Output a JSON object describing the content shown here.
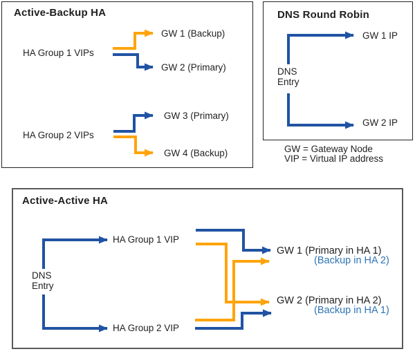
{
  "colors": {
    "arrow_blue": "#2053A3",
    "arrow_orange": "#FFA40C",
    "note_blue": "#2E74B5",
    "text_dark": "#1F1F1F",
    "border_dark": "#222222",
    "border_gray": "#595959"
  },
  "active_backup": {
    "title": "Active-Backup HA",
    "sources": [
      "HA Group 1 VIPs",
      "HA Group 2 VIPs"
    ],
    "gateways": [
      "GW 1 (Backup)",
      "GW 2 (Primary)",
      "GW 3 (Primary)",
      "GW 4 (Backup)"
    ]
  },
  "dns_round_robin": {
    "title": "DNS Round Robin",
    "source_line1": "DNS",
    "source_line2": "Entry",
    "targets": [
      "GW 1 IP",
      "GW 2 IP"
    ]
  },
  "legend": {
    "gw": "GW = Gateway Node",
    "vip": "VIP = Virtual IP address"
  },
  "active_active": {
    "title": "Active-Active HA",
    "source_line1": "DNS",
    "source_line2": "Entry",
    "vips": [
      "HA Group 1 VIP",
      "HA Group 2 VIP"
    ],
    "gw1_line1": "GW 1 (Primary in HA 1)",
    "gw1_line2": "(Backup in HA 2)",
    "gw2_line1": "GW 2 (Primary in HA 2)",
    "gw2_line2": "(Backup in HA 1)"
  }
}
